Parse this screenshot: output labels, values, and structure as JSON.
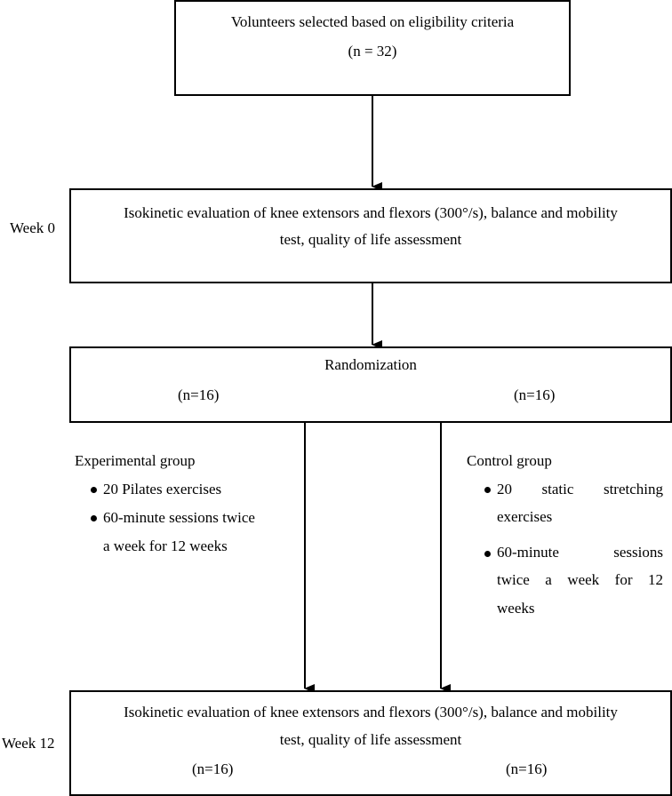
{
  "box1": {
    "line1": "Volunteers selected based on eligibility criteria",
    "line2": "(n = 32)"
  },
  "week0": {
    "label": "Week 0",
    "line1": "Isokinetic evaluation of knee extensors and flexors (300°/s), balance and mobility",
    "line2": "test, quality of life assessment"
  },
  "randomization": {
    "title": "Randomization",
    "n_left": "(n=16)",
    "n_right": "(n=16)"
  },
  "experimental": {
    "title": "Experimental group",
    "items": [
      "20 Pilates exercises",
      "60-minute sessions twice",
      "a week for 12 weeks"
    ]
  },
  "control": {
    "title": "Control group",
    "item1_words": [
      "20",
      "static",
      "stretching"
    ],
    "item1_line2": "exercises",
    "item2_words": [
      "60-minute",
      "sessions"
    ],
    "item2_line2_words": [
      "twice",
      "a",
      "week",
      "for",
      "12"
    ],
    "item2_line3": "weeks"
  },
  "week12": {
    "label": "Week 12",
    "line1": "Isokinetic evaluation of knee extensors and flexors (300°/s), balance and mobility",
    "line2": "test, quality of life assessment",
    "n_left": "(n=16)",
    "n_right": "(n=16)"
  }
}
